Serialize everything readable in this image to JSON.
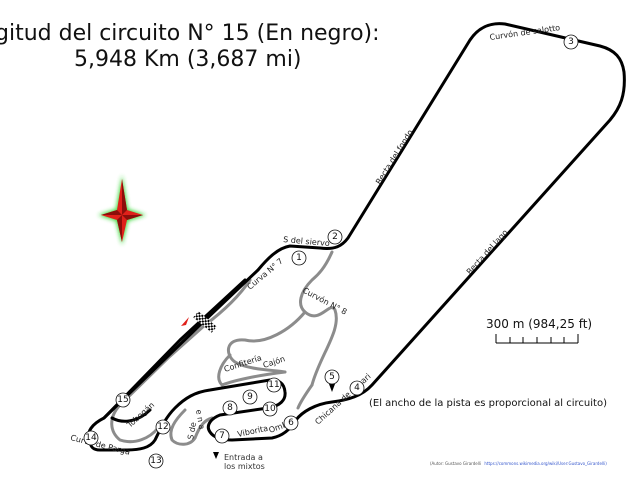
{
  "title": {
    "line1": "gitud del circuito N° 15 (En negro):",
    "line2": "5,948 Km (3,687 mi)"
  },
  "scale_label": "300 m (984,25 ft)",
  "note": "(El ancho de la pista es proporcional al circuito)",
  "credit": {
    "author": "(Autor: Gustavo Girardelli",
    "link": "https://commons.wikimedia.org/wiki/User:Gustavo_Girardelli)"
  },
  "labels": {
    "curvon_salotto": "Curvón de salotto",
    "recta_fondo": "Recta del fondo",
    "recta_lago": "Recta del lago",
    "s_siervo": "S del siervo",
    "curva_7": "Curva N° 7",
    "curvon_8": "Curvón N° 8",
    "confiteria": "Confitería",
    "cajon": "Cajón",
    "chicana": "Chicana de Ascari",
    "viborita": "Viborita",
    "ombu": "Ombú",
    "s_de_la": "S de",
    "s_ena": "e n a",
    "tobogan": "Tobogán",
    "curva_parga": "Curva de Parga",
    "entrada_1": "Entrada a",
    "entrada_2": "los mixtos"
  },
  "corners": [
    "1",
    "2",
    "3",
    "4",
    "5",
    "6",
    "7",
    "8",
    "9",
    "10",
    "11",
    "12",
    "13",
    "14",
    "15"
  ],
  "colors": {
    "main_track": "#000000",
    "other_track": "#8c8c8c",
    "compass_red": "#e0201a",
    "compass_glow": "#2bd62b",
    "flag_red": "#e0201a"
  },
  "icons": {
    "compass": "compass-rose-icon",
    "flag": "checkered-flag-icon"
  }
}
